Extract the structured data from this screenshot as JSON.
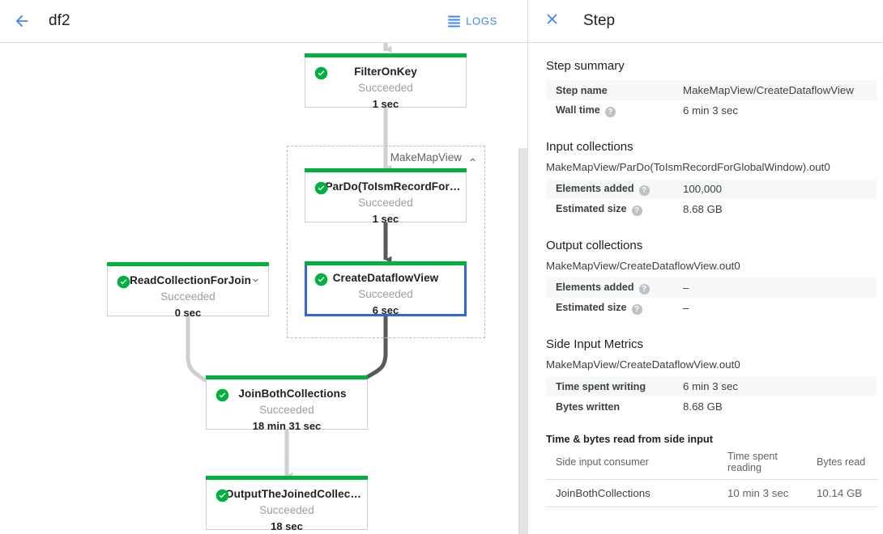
{
  "left": {
    "topbar": {
      "back_icon": "arrow-left-icon",
      "job_title": "df2",
      "logs_icon": "logs-list-icon",
      "logs_label": "LOGS"
    },
    "composite": {
      "label": "MakeMapView",
      "chevron_icon": "chevron-up-icon"
    },
    "nodes": [
      {
        "id": "filter-on-key",
        "title": "FilterOnKey",
        "status": "Succeeded",
        "time": "1 sec",
        "selected": false,
        "chevron": null
      },
      {
        "id": "pardo-toismrecord",
        "title": "ParDo(ToIsmRecordFor…",
        "status": "Succeeded",
        "time": "1 sec",
        "selected": false,
        "chevron": null
      },
      {
        "id": "create-dataflow-view",
        "title": "CreateDataflowView",
        "status": "Succeeded",
        "time": "6 sec",
        "selected": true,
        "chevron": null
      },
      {
        "id": "read-collection-for-join",
        "title": "ReadCollectionForJoin",
        "status": "Succeeded",
        "time": "0 sec",
        "selected": false,
        "chevron": "chevron-down-icon"
      },
      {
        "id": "join-both-collections",
        "title": "JoinBothCollections",
        "status": "Succeeded",
        "time": "18 min 31 sec",
        "selected": false,
        "chevron": null
      },
      {
        "id": "output-the-joined-collection",
        "title": "OutputTheJoinedCollec…",
        "status": "Succeeded",
        "time": "18 sec",
        "selected": false,
        "chevron": null
      }
    ]
  },
  "right": {
    "close_icon": "close-icon",
    "title": "Step",
    "step_summary": {
      "heading": "Step summary",
      "rows": [
        {
          "key": "Step name",
          "help": false,
          "value": "MakeMapView/CreateDataflowView"
        },
        {
          "key": "Wall time",
          "help": true,
          "value": "6 min 3 sec"
        }
      ]
    },
    "input_collections": {
      "heading": "Input collections",
      "collection": "MakeMapView/ParDo(ToIsmRecordForGlobalWindow).out0",
      "rows": [
        {
          "key": "Elements added",
          "help": true,
          "value": "100,000"
        },
        {
          "key": "Estimated size",
          "help": true,
          "value": "8.68 GB"
        }
      ]
    },
    "output_collections": {
      "heading": "Output collections",
      "collection": "MakeMapView/CreateDataflowView.out0",
      "rows": [
        {
          "key": "Elements added",
          "help": true,
          "value": "–"
        },
        {
          "key": "Estimated size",
          "help": true,
          "value": "–"
        }
      ]
    },
    "side_input_metrics": {
      "heading": "Side Input Metrics",
      "collection": "MakeMapView/CreateDataflowView.out0",
      "rows": [
        {
          "key": "Time spent writing",
          "help": false,
          "value": "6 min 3 sec"
        },
        {
          "key": "Bytes written",
          "help": false,
          "value": "8.68 GB"
        }
      ],
      "table": {
        "title": "Time & bytes read from side input",
        "columns": [
          "Side input consumer",
          "Time spent reading",
          "Bytes read"
        ],
        "rows": [
          [
            "JoinBothCollections",
            "10 min 3 sec",
            "10.14 GB"
          ]
        ]
      }
    }
  },
  "colors": {
    "accent_green": "#00b140",
    "selected_blue": "#3367d6",
    "link_blue": "#4285f4",
    "edge_gray": "#cfcfcf",
    "edge_dark": "#58595b"
  }
}
